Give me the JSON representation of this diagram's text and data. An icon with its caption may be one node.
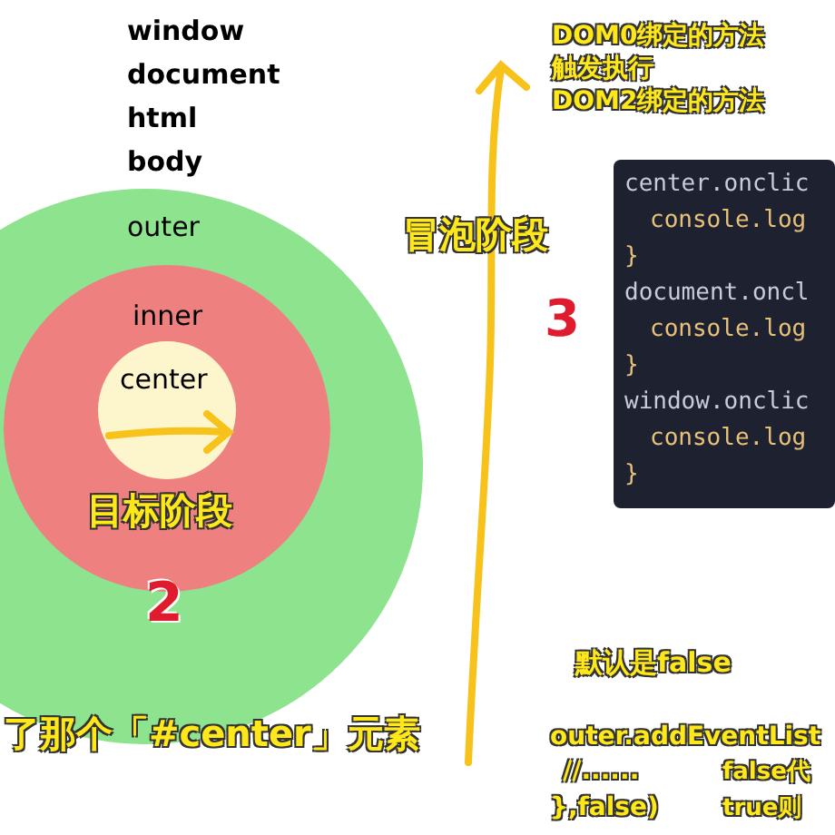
{
  "diagram": {
    "nodes": [
      {
        "text": [
          "outer",
          "2"
        ]
      },
      {
        "text": [
          "inner",
          "目标阶段"
        ],
        "in": 0
      },
      {
        "text": [
          "center"
        ],
        "in": 1
      },
      {
        "text": [
          "center.onclic",
          "console.log",
          "}",
          "document.oncl",
          "console.log",
          "}",
          "window.onclic",
          "console.log",
          "}"
        ]
      }
    ],
    "labels": [
      "window",
      "document",
      "html",
      "body",
      "冒泡阶段",
      "3",
      "DOM0绑定的方法",
      "触发执行",
      "DOM2绑定的方法",
      "了那个「#center」元素",
      "默认是false",
      "outer.addEventList",
      "//......",
      "},false)",
      "false代",
      "true则"
    ]
  }
}
